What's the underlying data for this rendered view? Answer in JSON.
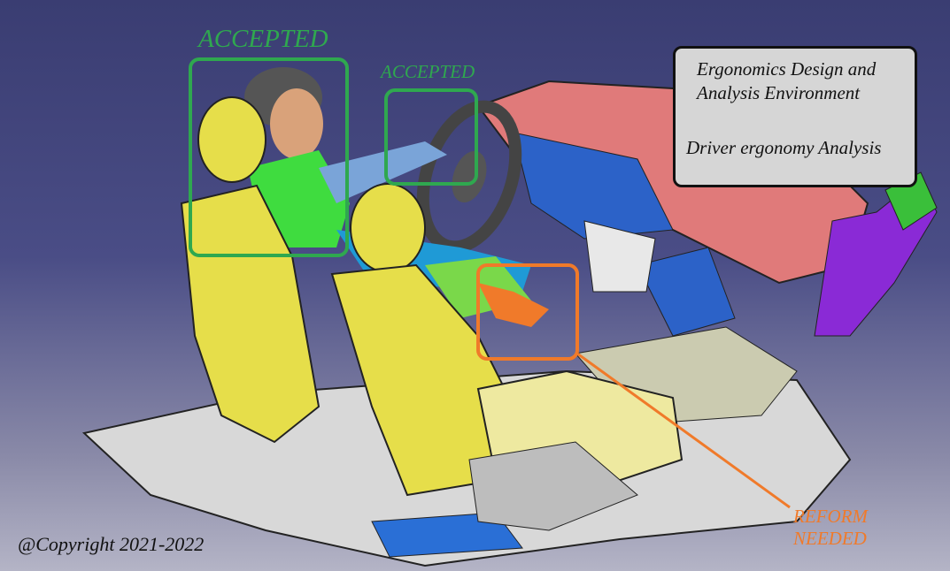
{
  "labels": {
    "accepted_large": "ACCEPTED",
    "accepted_small": "ACCEPTED",
    "reform_line1": "REFORM",
    "reform_line2": "NEEDED",
    "copyright": "@Copyright 2021-2022"
  },
  "info_box": {
    "title": "Ergonomics Design and Analysis Environment",
    "subtitle": "Driver ergonomy Analysis"
  },
  "colors": {
    "accepted": "#2fa84f",
    "reform": "#f07a2a",
    "background": "#3a3d72",
    "seat": "#e6de4a",
    "dashboard": "#e07a7a",
    "mannequin_torso": "#3fdc3f"
  },
  "icons": [
    "driver-mannequin",
    "car-seat",
    "steering-wheel",
    "dashboard",
    "floor-pan"
  ]
}
